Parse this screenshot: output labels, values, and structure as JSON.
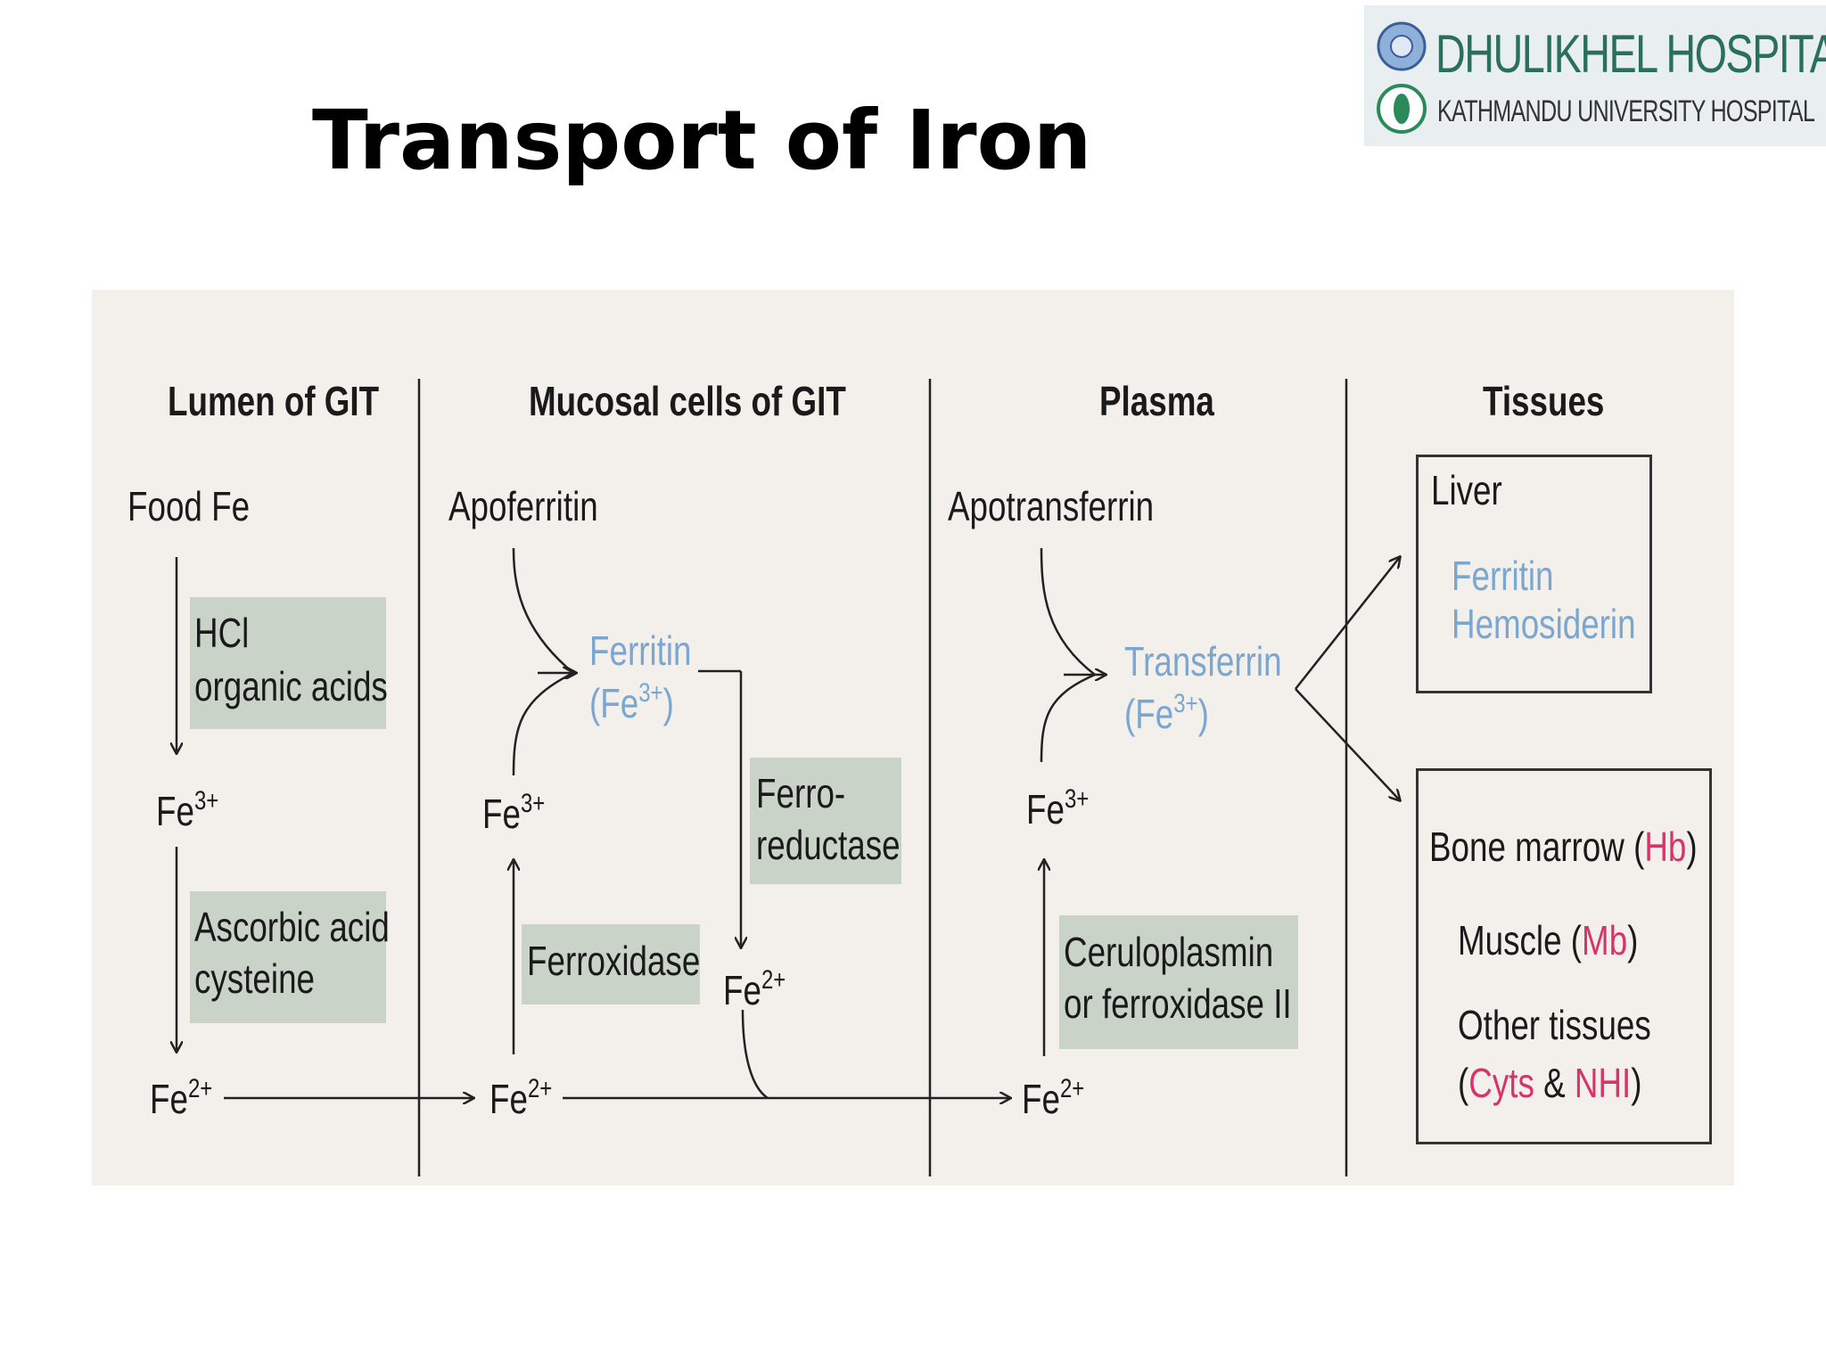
{
  "slide": {
    "title": "Transport of Iron"
  },
  "logo": {
    "name": "DHULIKHEL HOSPITAL",
    "subtitle": "KATHMANDU UNIVERSITY HOSPITAL"
  },
  "diagram": {
    "columns": {
      "lumen": "Lumen of GIT",
      "mucosal": "Mucosal cells of GIT",
      "plasma": "Plasma",
      "tissues": "Tissues"
    },
    "lumen": {
      "food_fe": "Food Fe",
      "hcl": "HCl",
      "organic_acids": "organic acids",
      "fe3": "Fe",
      "fe3_charge": "3+",
      "ascorbic": "Ascorbic acid",
      "cysteine": "cysteine",
      "fe2": "Fe",
      "fe2_charge": "2+"
    },
    "mucosal": {
      "apoferritin": "Apoferritin",
      "ferritin": "Ferritin",
      "ferritin_fe_open": "(Fe",
      "ferritin_charge": "3+",
      "ferritin_close": ")",
      "fe3": "Fe",
      "fe3_charge": "3+",
      "ferro_1": "Ferro-",
      "ferro_2": "reductase",
      "ferroxidase": "Ferroxidase",
      "fe2_right": "Fe",
      "fe2_right_charge": "2+",
      "fe2_bottom": "Fe",
      "fe2_bottom_charge": "2+"
    },
    "plasma": {
      "apotransferrin": "Apotransferrin",
      "transferrin": "Transferrin",
      "transferrin_fe_open": "(Fe",
      "transferrin_charge": "3+",
      "transferrin_close": ")",
      "fe3": "Fe",
      "fe3_charge": "3+",
      "cerulo_1": "Ceruloplasmin",
      "cerulo_2": "or ferroxidase II",
      "fe2": "Fe",
      "fe2_charge": "2+"
    },
    "tissues": {
      "liver": "Liver",
      "ferritin": "Ferritin",
      "hemosiderin": "Hemosiderin",
      "bone_marrow": "Bone marrow (",
      "hb": "Hb",
      "bone_close": ")",
      "muscle": "Muscle (",
      "mb": "Mb",
      "muscle_close": ")",
      "other": "Other tissues",
      "open": "(",
      "cyts": "Cyts",
      "amp": " & ",
      "nhi": "NHI",
      "close": ")"
    },
    "colors": {
      "blue": "#7aa6cf",
      "pink": "#d6356b",
      "shade": "#c9d3c8",
      "background": "#f3efeb"
    }
  }
}
